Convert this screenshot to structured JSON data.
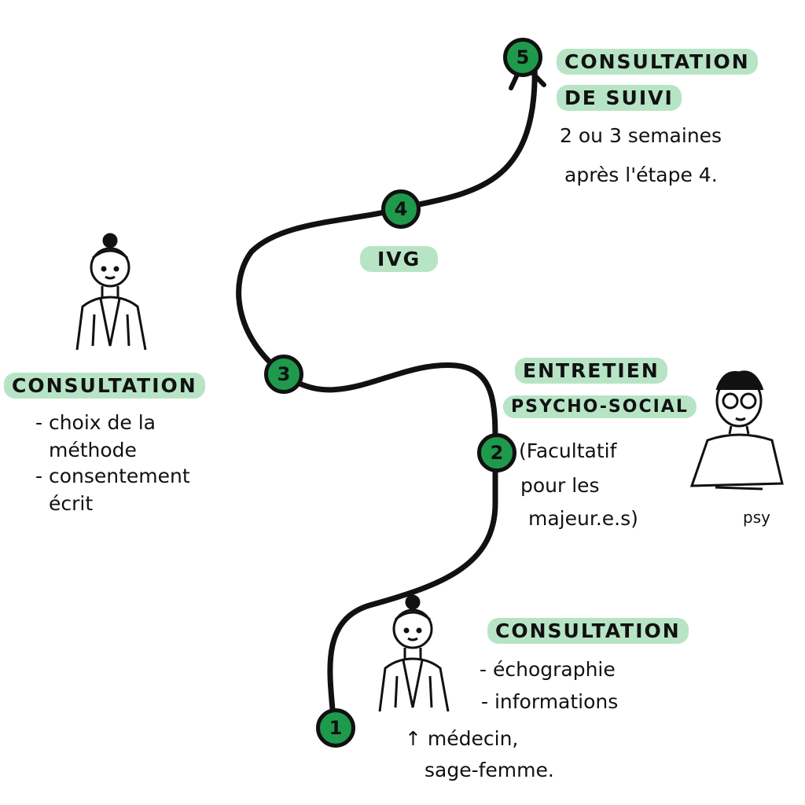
{
  "colors": {
    "accent": "#1f9a4c",
    "highlight": "#b8e4c6",
    "ink": "#111111"
  },
  "steps": [
    {
      "number": "1",
      "title": "CONSULTATION",
      "items": [
        "- échographie",
        "- informations"
      ],
      "note": [
        "↑ médecin,",
        "sage-femme."
      ]
    },
    {
      "number": "2",
      "title_lines": [
        "ENTRETIEN",
        "PSYCHO-SOCIAL"
      ],
      "note": [
        "(Facultatif",
        "pour les",
        "majeur.e.s)"
      ],
      "person_label": "psy"
    },
    {
      "number": "3",
      "title": "CONSULTATION",
      "items": [
        "- choix de la",
        "méthode",
        "- consentement",
        "écrit"
      ]
    },
    {
      "number": "4",
      "title": "IVG"
    },
    {
      "number": "5",
      "title_lines": [
        "CONSULTATION",
        "DE SUIVI"
      ],
      "note": [
        "2 ou 3 semaines",
        "après l'étape 4."
      ]
    }
  ]
}
